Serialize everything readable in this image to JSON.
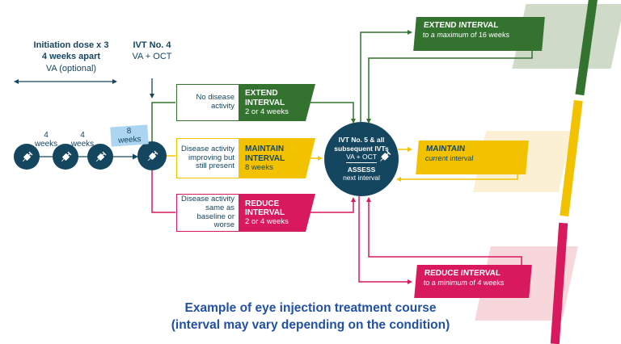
{
  "colors": {
    "navy": "#15465f",
    "green": "#33722f",
    "yellow": "#f2c200",
    "pink": "#d9195e",
    "blue": "#2150a5",
    "lightblue": "#abd5f0",
    "lightgreen": "#cfdac9",
    "lightyellow": "#fbf0d4",
    "lightpink": "#f8d7dc"
  },
  "initiation": {
    "title": "Initiation dose x 3",
    "subtitle": "4 weeks apart",
    "note": "VA (optional)"
  },
  "ivt4": {
    "title": "IVT No. 4",
    "subtitle": "VA + OCT"
  },
  "timeline": {
    "intervals": [
      {
        "label": "4\nweeks"
      },
      {
        "label": "4\nweeks"
      },
      {
        "label": "8\nweeks",
        "highlighted": true
      }
    ],
    "icon": "syringe-icon"
  },
  "branches": [
    {
      "condition": "No disease activity",
      "action_title": "EXTEND INTERVAL",
      "action_detail": "2 or 4 weeks"
    },
    {
      "condition": "Disease activity improving but still present",
      "action_title": "MAINTAIN INTERVAL",
      "action_detail": "8 weeks"
    },
    {
      "condition": "Disease activity same as baseline or worse",
      "action_title": "REDUCE INTERVAL",
      "action_detail": "2 or 4 weeks"
    }
  ],
  "assessment_circle": {
    "line1": "IVT No. 5 & all",
    "line2": "subsequent IVTs",
    "test": "VA + OCT",
    "action": "ASSESS",
    "action_detail": "next interval"
  },
  "outcomes": [
    {
      "title": "EXTEND INTERVAL",
      "detail": "to a maximum of 16 weeks"
    },
    {
      "title": "MAINTAIN",
      "detail": "current interval"
    },
    {
      "title": "REDUCE INTERVAL",
      "detail": "to a minimum of 4 weeks"
    }
  ],
  "caption": {
    "line1": "Example of eye injection treatment course",
    "line2": "(interval may vary depending on the condition)"
  }
}
